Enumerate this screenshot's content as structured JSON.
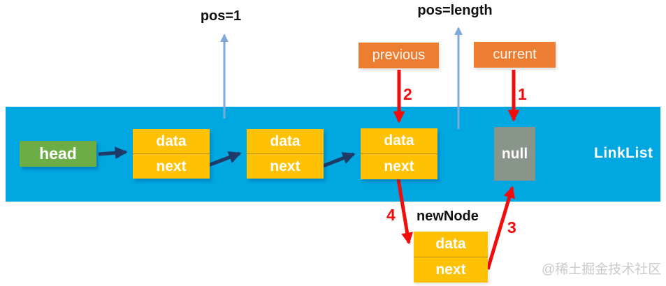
{
  "diagram": {
    "band_title": "LinkList",
    "pos1_label": "pos=1",
    "pos_length_label": "pos=length",
    "previous_label": "previous",
    "current_label": "current",
    "head_label": "head",
    "null_label": "null",
    "nodes": [
      {
        "data": "data",
        "next": "next"
      },
      {
        "data": "data",
        "next": "next"
      },
      {
        "data": "data",
        "next": "next"
      }
    ],
    "new_node": {
      "title": "newNode",
      "data": "data",
      "next": "next"
    },
    "steps": {
      "s1": "1",
      "s2": "2",
      "s3": "3",
      "s4": "4"
    },
    "watermark": "@稀土掘金技术社区",
    "colors": {
      "band": "#01A7E1",
      "node_fill": "#FFC104",
      "head_fill": "#6CAD45",
      "null_fill": "#89958A",
      "pointer_label_fill": "#EC7D31",
      "chain_arrow": "#1E3A67",
      "step_arrow": "#F20C0C",
      "pos_arrow": "#7FA8D9",
      "watermark_color": "#CACACA"
    }
  }
}
